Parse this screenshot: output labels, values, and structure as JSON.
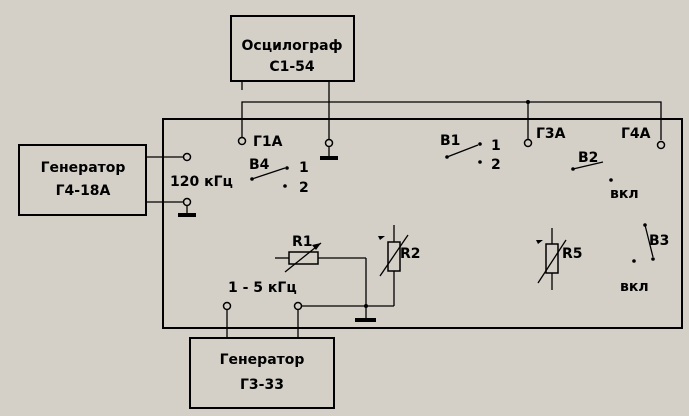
{
  "oscilloscope": {
    "line1": "Осцилограф",
    "line2": "С1-54"
  },
  "generator_g4": {
    "line1": "Генератор",
    "line2": "Г4-18А"
  },
  "generator_g3": {
    "line1": "Генератор",
    "line2": "Г3-33"
  },
  "terminals": {
    "g1a": "Г1А",
    "g3a": "Г3А",
    "g4a": "Г4А"
  },
  "switches": {
    "b1": {
      "label": "В1",
      "pos1": "1",
      "pos2": "2"
    },
    "b2": {
      "label": "В2",
      "on": "вкл"
    },
    "b3": {
      "label": "В3",
      "on": "вкл"
    },
    "b4": {
      "label": "В4",
      "pos1": "1",
      "pos2": "2"
    }
  },
  "resistors": {
    "r1": "R1",
    "r2": "R2",
    "r5": "R5"
  },
  "freq_labels": {
    "hf": "120 кГц",
    "lf": "1 - 5 кГц"
  }
}
